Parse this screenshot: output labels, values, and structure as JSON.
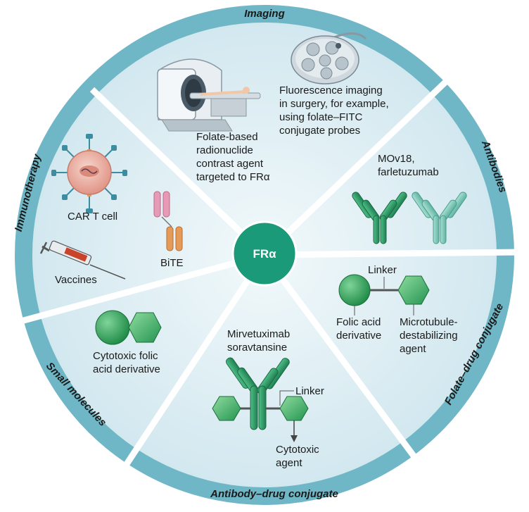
{
  "center": {
    "label": "FRα"
  },
  "ring_labels": {
    "imaging": "Imaging",
    "antibodies": "Antibodies",
    "folate_drug_conjugate": "Folate–drug conjugate",
    "antibody_drug_conjugate": "Antibody–drug conjugate",
    "small_molecules": "Small molecules",
    "immunotherapy": "Immunotherapy"
  },
  "imaging": {
    "radionuclide_lines": [
      "Folate-based",
      "radionuclide",
      "contrast agent",
      "targeted to FRα"
    ],
    "fluorescence_lines": [
      "Fluorescence imaging",
      "in surgery, for example,",
      "using folate–FITC",
      "conjugate probes"
    ]
  },
  "antibodies": {
    "lines": [
      "MOv18,",
      "farletuzumab"
    ]
  },
  "folate_drug_conjugate": {
    "linker": "Linker",
    "folic_lines": [
      "Folic acid",
      "derivative"
    ],
    "agent_lines": [
      "Microtubule-",
      "destabilizing",
      "agent"
    ]
  },
  "adc": {
    "name_lines": [
      "Mirvetuximab",
      "soravtansine"
    ],
    "linker": "Linker",
    "cytotoxic_lines": [
      "Cytotoxic",
      "agent"
    ]
  },
  "small_molecules": {
    "lines": [
      "Cytotoxic folic",
      "acid derivative"
    ]
  },
  "immunotherapy": {
    "car_t": "CAR T cell",
    "bite": "BiTE",
    "vaccines": "Vaccines"
  },
  "colors": {
    "ring": "#6fb6c6",
    "sector_bg": "#ddeef3",
    "center": "#1a9a78",
    "antibody_dark": "#2e9a6a",
    "antibody_light": "#7cc8b8",
    "car_cell": "#e8a79a",
    "bite_pink": "#e79ab6",
    "bite_orange": "#e69a57"
  }
}
